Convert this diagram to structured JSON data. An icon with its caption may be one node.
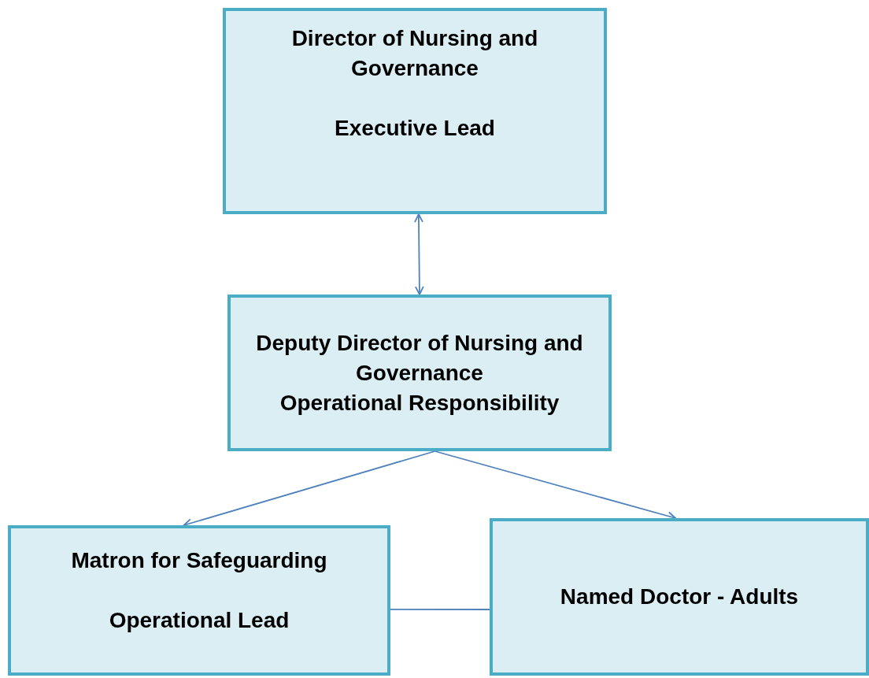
{
  "diagram": {
    "nodes": [
      {
        "text": [
          "Director of Nursing and Governance",
          "Executive Lead"
        ]
      },
      {
        "text": [
          "Deputy Director of Nursing and Governance",
          "Operational Responsibility"
        ]
      },
      {
        "text": [
          "Matron for Safeguarding",
          "Operational Lead"
        ]
      },
      {
        "text": [
          "Named Doctor - Adults"
        ]
      }
    ],
    "edges": [
      {
        "from": 0,
        "to": 1,
        "arrow": "both"
      },
      {
        "from": 1,
        "to": 2,
        "arrow": "to"
      },
      {
        "from": 1,
        "to": 3,
        "arrow": "to"
      },
      {
        "from": 2,
        "to": 3,
        "arrow": "none"
      }
    ]
  }
}
